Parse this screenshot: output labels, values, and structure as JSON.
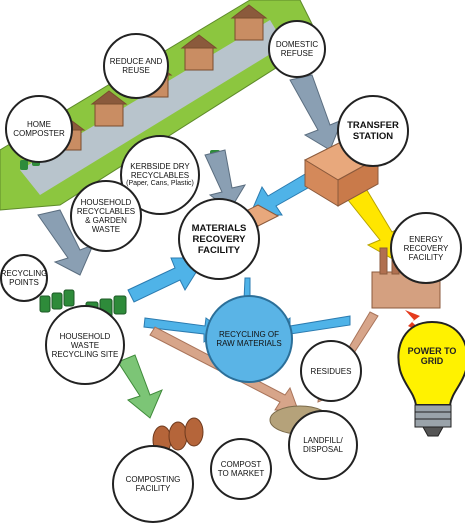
{
  "nodes": {
    "reduce": "REDUCE AND REUSE",
    "domestic": "DOMESTIC REFUSE",
    "home": "HOME COMPOSTER",
    "transfer": "TRANSFER STATION",
    "kerbside": "KERBSIDE DRY RECYCLABLES",
    "kerbside_sub": "(Paper, Cans, Plastic)",
    "household_recyclables": "HOUSEHOLD RECYCLABLES & GARDEN WASTE",
    "mrf": "MATERIALS RECOVERY FACILITY",
    "energy": "ENERGY RECOVERY FACILITY",
    "points": "RECYCLING POINTS",
    "hwrs": "HOUSEHOLD WASTE RECYCLING SITE",
    "raw": "RECYCLING OF RAW MATERIALS",
    "residues": "RESIDUES",
    "grid": "POWER TO GRID",
    "landfill": "LANDFILL/ DISPOSAL",
    "composting": "COMPOSTING FACILITY",
    "market": "COMPOST TO MARKET"
  },
  "colors": {
    "grass": "#8cc63f",
    "road": "#b8c4cc",
    "arrow_grey": "#8a9fb3",
    "arrow_blue": "#4fb3e8",
    "arrow_yellow": "#ffe600",
    "arrow_green": "#7cc576",
    "arrow_brown": "#d7a58a",
    "raw_circle": "#5ab4e6",
    "bulb": "#fff200"
  }
}
